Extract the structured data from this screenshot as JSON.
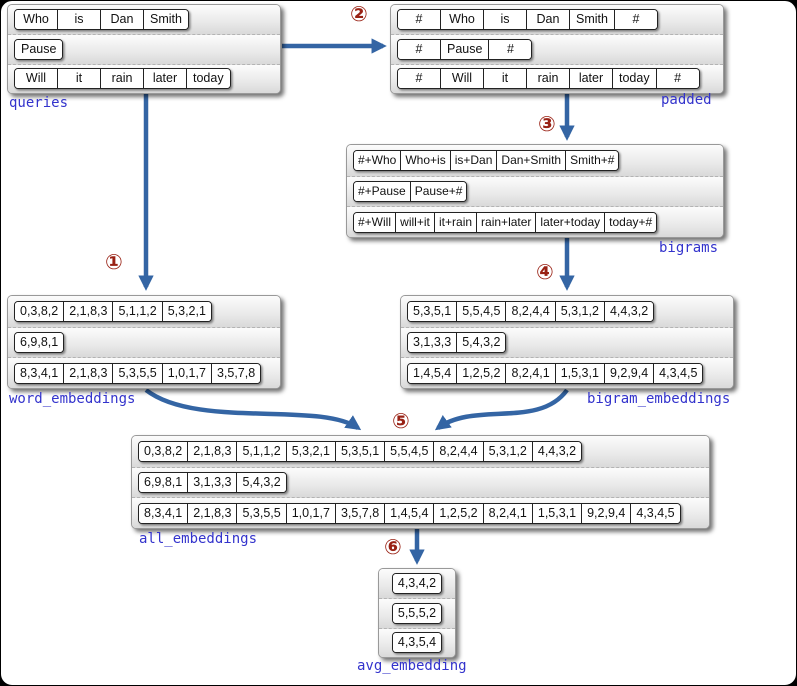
{
  "panels": {
    "queries": {
      "label": "queries",
      "rows": [
        [
          "Who",
          "is",
          "Dan",
          "Smith"
        ],
        [
          "Pause"
        ],
        [
          "Will",
          "it",
          "rain",
          "later",
          "today"
        ]
      ]
    },
    "padded": {
      "label": "padded",
      "rows": [
        [
          "#",
          "Who",
          "is",
          "Dan",
          "Smith",
          "#"
        ],
        [
          "#",
          "Pause",
          "#"
        ],
        [
          "#",
          "Will",
          "it",
          "rain",
          "later",
          "today",
          "#"
        ]
      ]
    },
    "bigrams": {
      "label": "bigrams",
      "rows": [
        [
          "#+Who",
          "Who+is",
          "is+Dan",
          "Dan+Smith",
          "Smith+#"
        ],
        [
          "#+Pause",
          "Pause+#"
        ],
        [
          "#+Will",
          "will+it",
          "it+rain",
          "rain+later",
          "later+today",
          "today+#"
        ]
      ]
    },
    "word_embeddings": {
      "label": "word_embeddings",
      "rows": [
        [
          "0,3,8,2",
          "2,1,8,3",
          "5,1,1,2",
          "5,3,2,1"
        ],
        [
          "6,9,8,1"
        ],
        [
          "8,3,4,1",
          "2,1,8,3",
          "5,3,5,5",
          "1,0,1,7",
          "3,5,7,8"
        ]
      ]
    },
    "bigram_embeddings": {
      "label": "bigram_embeddings",
      "rows": [
        [
          "5,3,5,1",
          "5,5,4,5",
          "8,2,4,4",
          "5,3,1,2",
          "4,4,3,2"
        ],
        [
          "3,1,3,3",
          "5,4,3,2"
        ],
        [
          "1,4,5,4",
          "1,2,5,2",
          "8,2,4,1",
          "1,5,3,1",
          "9,2,9,4",
          "4,3,4,5"
        ]
      ]
    },
    "all_embeddings": {
      "label": "all_embeddings",
      "rows": [
        [
          "0,3,8,2",
          "2,1,8,3",
          "5,1,1,2",
          "5,3,2,1",
          "5,3,5,1",
          "5,5,4,5",
          "8,2,4,4",
          "5,3,1,2",
          "4,4,3,2"
        ],
        [
          "6,9,8,1",
          "3,1,3,3",
          "5,4,3,2"
        ],
        [
          "8,3,4,1",
          "2,1,8,3",
          "5,3,5,5",
          "1,0,1,7",
          "3,5,7,8",
          "1,4,5,4",
          "1,2,5,2",
          "8,2,4,1",
          "1,5,3,1",
          "9,2,9,4",
          "4,3,4,5"
        ]
      ]
    },
    "avg_embedding": {
      "label": "avg_embedding",
      "rows": [
        [
          "4,3,4,2"
        ],
        [
          "5,5,5,2"
        ],
        [
          "4,3,5,4"
        ]
      ]
    }
  },
  "steps": [
    "①",
    "②",
    "③",
    "④",
    "⑤",
    "⑥"
  ],
  "colors": {
    "arrow": "#3465a4",
    "label": "#3333cc",
    "step_marker": "#992114"
  }
}
